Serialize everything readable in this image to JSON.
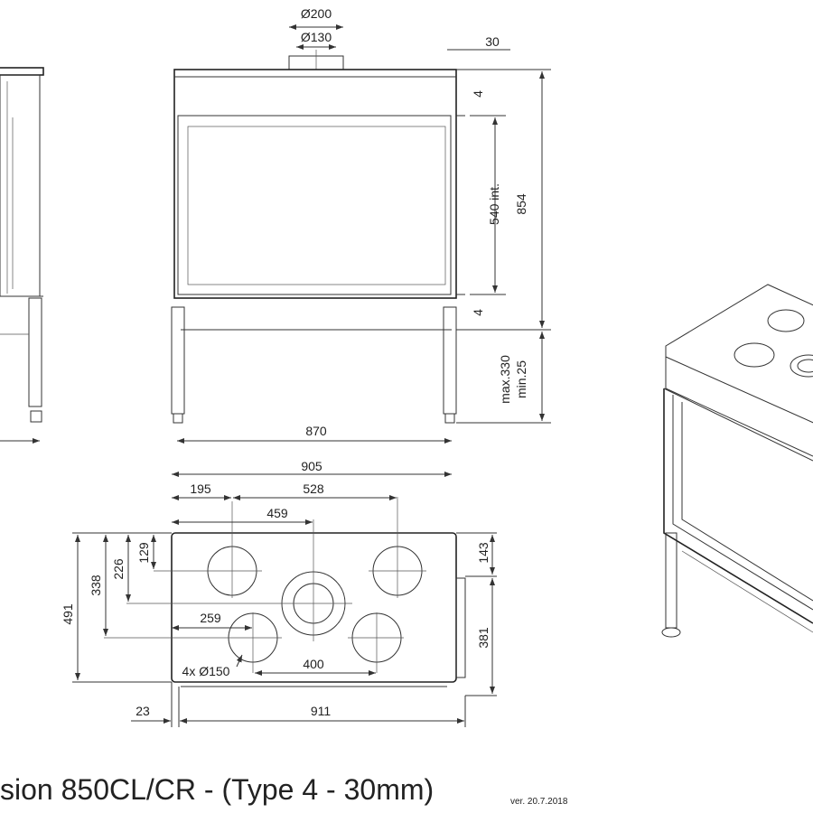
{
  "front_view": {
    "flue_outer": "Ø200",
    "flue_inner": "Ø130",
    "offset_30": "30",
    "top_gap": "4",
    "glass_height": "540 int.",
    "total_height": "854",
    "bottom_gap": "4",
    "leg_max": "max.330",
    "leg_min": "min.25",
    "width": "870"
  },
  "bottom_view": {
    "total_width": "905",
    "d195": "195",
    "d528": "528",
    "d459": "459",
    "d129": "129",
    "d226": "226",
    "d338": "338",
    "depth": "491",
    "d259": "259",
    "d400": "400",
    "holes": "4x Ø150",
    "d143": "143",
    "d381": "381",
    "d23": "23",
    "d911": "911"
  },
  "title": "sion 850CL/CR - (Type 4 - 30mm)",
  "version": "ver. 20.7.2018"
}
